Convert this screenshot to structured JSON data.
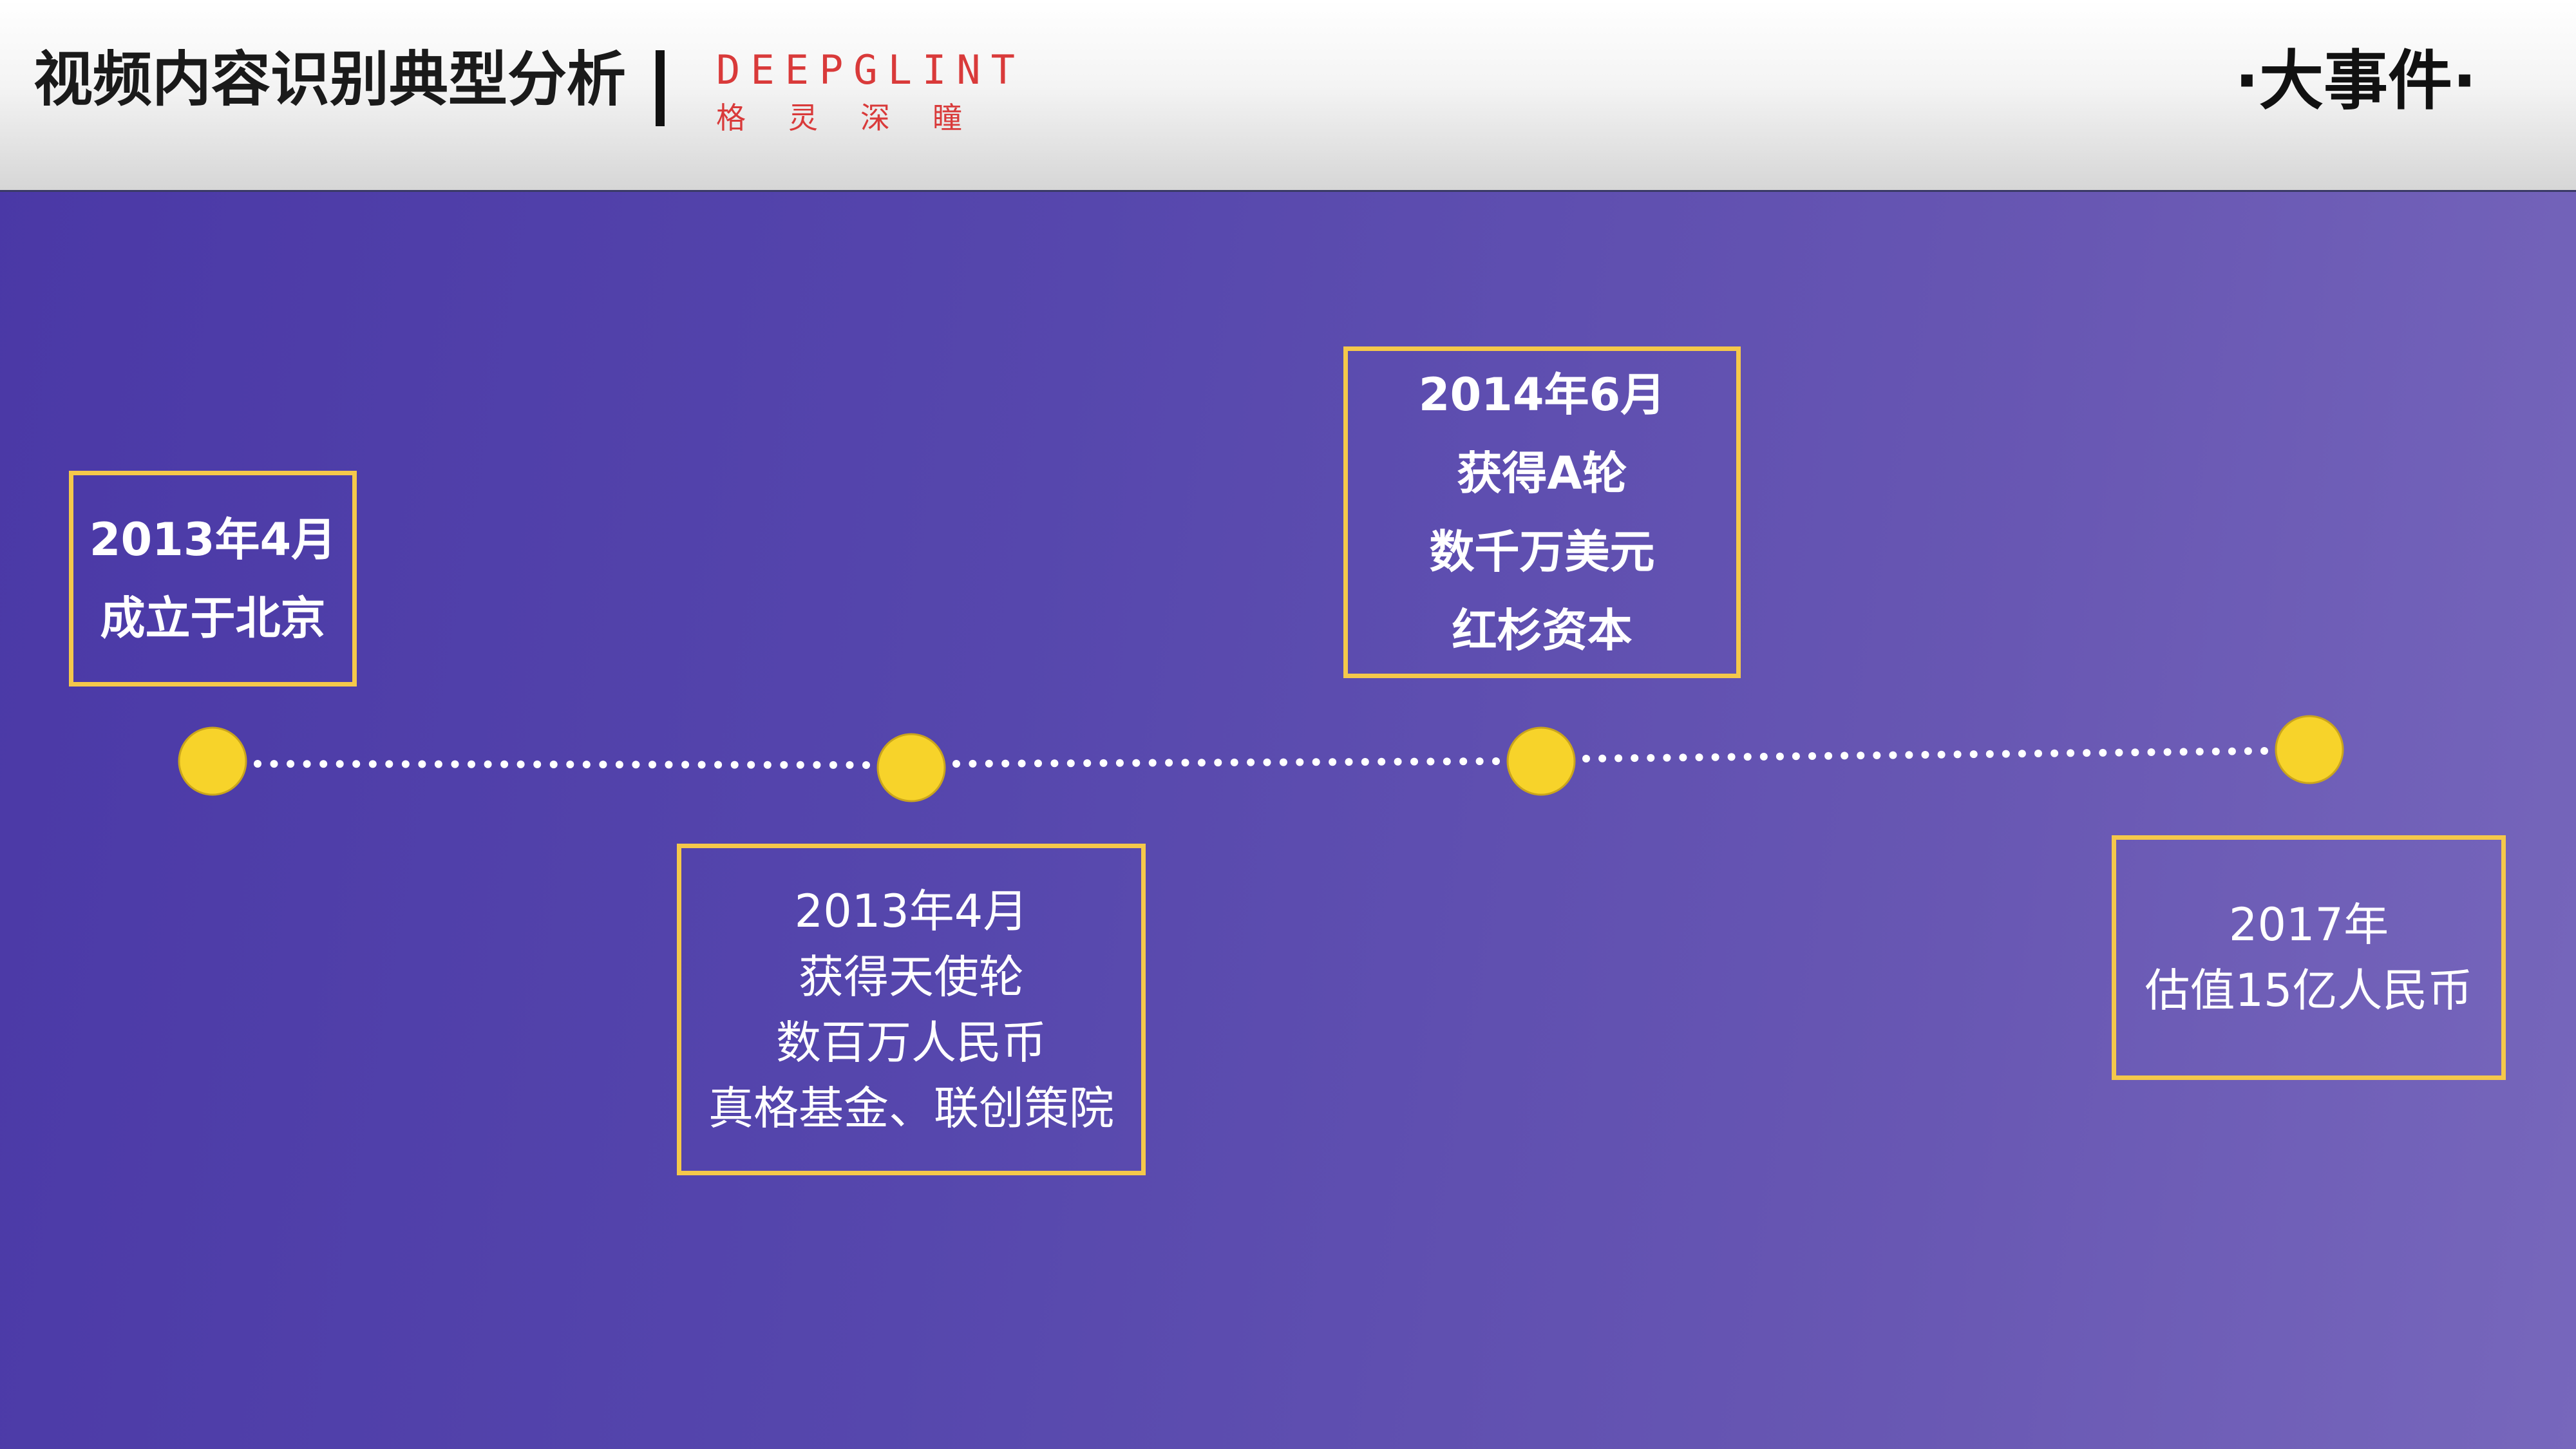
{
  "header": {
    "title": "视频内容识别典型分析",
    "logo_en": "DEEPGLINT",
    "logo_cn": "格灵深瞳",
    "section_title": "·大事件·"
  },
  "colors": {
    "accent": "#f5c84a",
    "dot": "#f7d32a",
    "logo_red": "#d93a3a",
    "bg_start": "#4a38a6",
    "bg_end": "#7767bc"
  },
  "events": [
    {
      "lines": [
        "2013年4月",
        "成立于北京"
      ]
    },
    {
      "lines": [
        "2013年4月",
        "获得天使轮",
        "数百万人民币",
        "真格基金、联创策院"
      ]
    },
    {
      "lines": [
        "2014年6月",
        "获得A轮",
        "数千万美元",
        "红杉资本"
      ]
    },
    {
      "lines": [
        "2017年",
        "估值15亿人民币"
      ]
    }
  ]
}
